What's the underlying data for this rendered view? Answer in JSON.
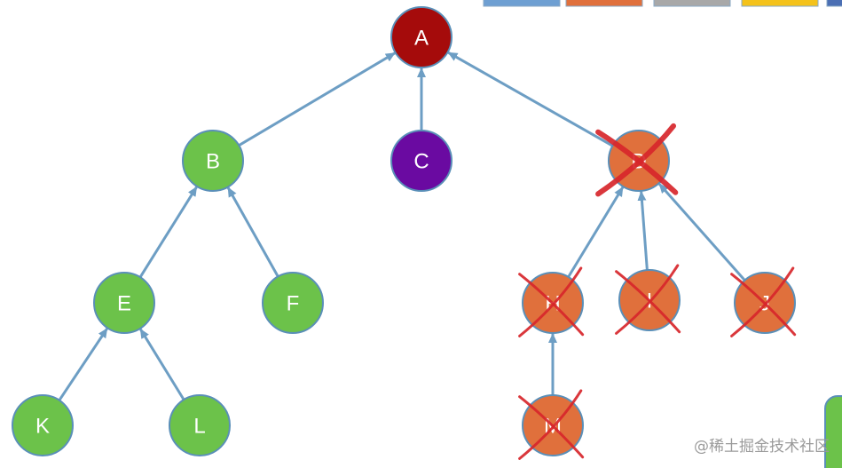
{
  "colors": {
    "root": "#a50b0b",
    "green": "#6cc24a",
    "purple": "#6a0aa1",
    "orange": "#e0703c",
    "edge": "#6d9ec4",
    "node_border": "#5a8fb8",
    "strike": "#d7262b"
  },
  "legend_swatches": [
    "#6e9fd2",
    "#e0703c",
    "#a8a8a8",
    "#f4c21a",
    "#4b6fb4"
  ],
  "nodes": [
    {
      "id": "A",
      "label": "A",
      "color": "root",
      "crossed": false
    },
    {
      "id": "B",
      "label": "B",
      "color": "green",
      "crossed": false
    },
    {
      "id": "C",
      "label": "C",
      "color": "purple",
      "crossed": false
    },
    {
      "id": "D",
      "label": "D",
      "color": "orange",
      "crossed": true
    },
    {
      "id": "E",
      "label": "E",
      "color": "green",
      "crossed": false
    },
    {
      "id": "F",
      "label": "F",
      "color": "green",
      "crossed": false
    },
    {
      "id": "H",
      "label": "H",
      "color": "orange",
      "crossed": true
    },
    {
      "id": "I",
      "label": "I",
      "color": "orange",
      "crossed": true
    },
    {
      "id": "J",
      "label": "J",
      "color": "orange",
      "crossed": true
    },
    {
      "id": "K",
      "label": "K",
      "color": "green",
      "crossed": false
    },
    {
      "id": "L",
      "label": "L",
      "color": "green",
      "crossed": false
    },
    {
      "id": "M",
      "label": "M",
      "color": "orange",
      "crossed": true
    }
  ],
  "edges": [
    {
      "from": "B",
      "to": "A"
    },
    {
      "from": "C",
      "to": "A"
    },
    {
      "from": "D",
      "to": "A"
    },
    {
      "from": "E",
      "to": "B"
    },
    {
      "from": "F",
      "to": "B"
    },
    {
      "from": "H",
      "to": "D"
    },
    {
      "from": "I",
      "to": "D"
    },
    {
      "from": "J",
      "to": "D"
    },
    {
      "from": "K",
      "to": "E"
    },
    {
      "from": "L",
      "to": "E"
    },
    {
      "from": "M",
      "to": "H"
    }
  ],
  "watermark": "@稀土掘金技术社区"
}
